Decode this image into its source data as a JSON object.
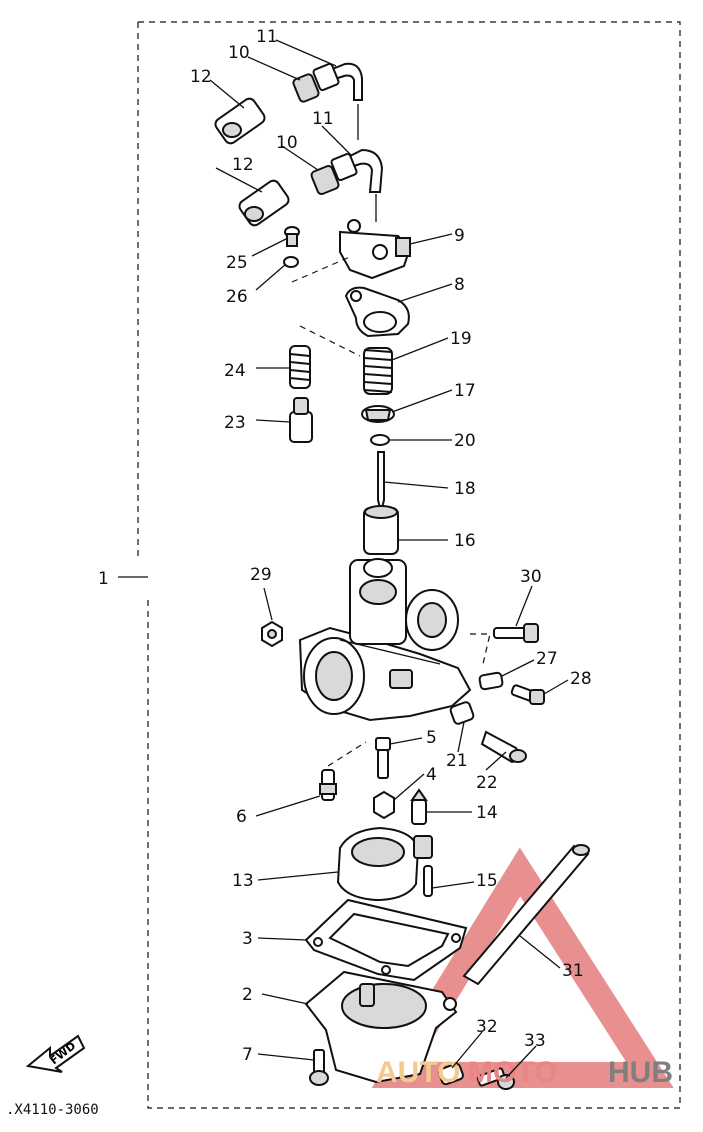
{
  "title": "",
  "drawing_code": ".X4110-3060",
  "fwd_label": "FWD",
  "watermark": {
    "text_auto": "AUTO",
    "text_moto": "MOTO",
    "text_hub": "HUB",
    "color_auto": "#f4c98d",
    "color_moto": "#e88585",
    "color_hub": "#7f7f7f",
    "triangle_color": "#e06a6a"
  },
  "assembly_label": "1",
  "callouts": [
    {
      "id": "c11a",
      "text": "11"
    },
    {
      "id": "c10a",
      "text": "10"
    },
    {
      "id": "c12a",
      "text": "12"
    },
    {
      "id": "c11b",
      "text": "11"
    },
    {
      "id": "c10b",
      "text": "10"
    },
    {
      "id": "c12b",
      "text": "12"
    },
    {
      "id": "c9",
      "text": "9"
    },
    {
      "id": "c25",
      "text": "25"
    },
    {
      "id": "c26",
      "text": "26"
    },
    {
      "id": "c8",
      "text": "8"
    },
    {
      "id": "c19",
      "text": "19"
    },
    {
      "id": "c24",
      "text": "24"
    },
    {
      "id": "c17",
      "text": "17"
    },
    {
      "id": "c23",
      "text": "23"
    },
    {
      "id": "c20",
      "text": "20"
    },
    {
      "id": "c18",
      "text": "18"
    },
    {
      "id": "c16",
      "text": "16"
    },
    {
      "id": "c29",
      "text": "29"
    },
    {
      "id": "c30",
      "text": "30"
    },
    {
      "id": "c27",
      "text": "27"
    },
    {
      "id": "c28",
      "text": "28"
    },
    {
      "id": "c5",
      "text": "5"
    },
    {
      "id": "c21",
      "text": "21"
    },
    {
      "id": "c22",
      "text": "22"
    },
    {
      "id": "c4",
      "text": "4"
    },
    {
      "id": "c6",
      "text": "6"
    },
    {
      "id": "c14",
      "text": "14"
    },
    {
      "id": "c13",
      "text": "13"
    },
    {
      "id": "c15",
      "text": "15"
    },
    {
      "id": "c3",
      "text": "3"
    },
    {
      "id": "c31",
      "text": "31"
    },
    {
      "id": "c2",
      "text": "2"
    },
    {
      "id": "c7",
      "text": "7"
    },
    {
      "id": "c32",
      "text": "32"
    },
    {
      "id": "c33",
      "text": "33"
    }
  ]
}
